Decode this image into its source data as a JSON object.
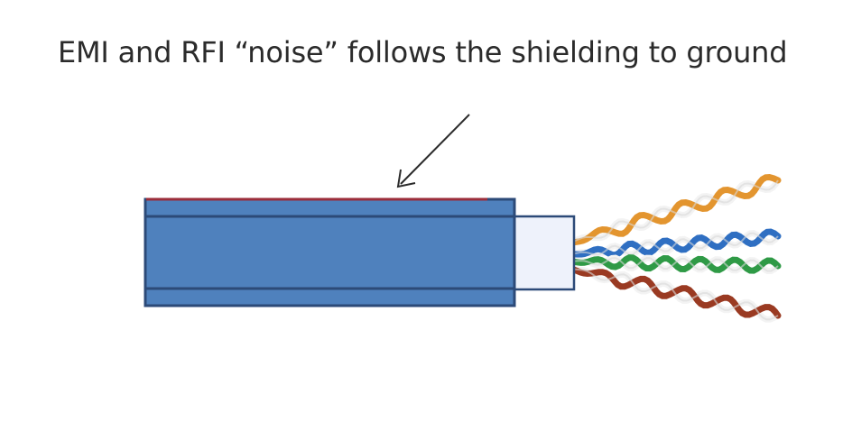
{
  "caption": "EMI and RFI “noise” follows the shielding to ground",
  "colors": {
    "background": "#ffffff",
    "text": "#2b2b2b",
    "jacket_fill": "#4f81bd",
    "jacket_stroke": "#2c4a78",
    "shield_line": "#9b2d3a",
    "inner_sleeve": "#eef2fb",
    "arrow": "#2b2b2b"
  },
  "wire_pairs": [
    {
      "name": "orange-pair",
      "color": "#e3952f"
    },
    {
      "name": "blue-pair",
      "color": "#2f6fc2"
    },
    {
      "name": "green-pair",
      "color": "#2f9a46"
    },
    {
      "name": "brown-pair",
      "color": "#9a3a22"
    }
  ]
}
